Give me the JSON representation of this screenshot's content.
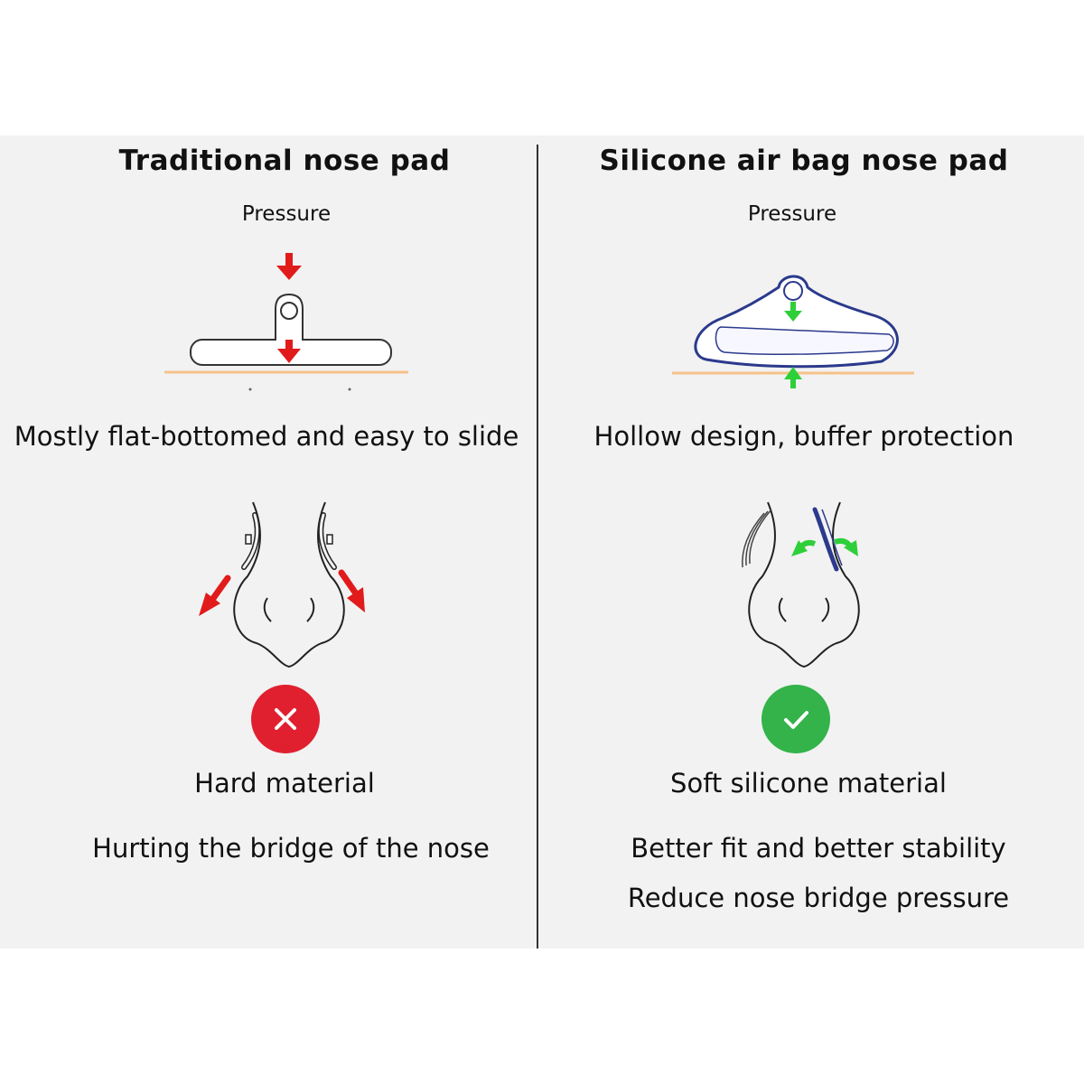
{
  "left": {
    "title": "Traditional nose pad",
    "pressure_label": "Pressure",
    "caption": "Mostly flat-bottomed and easy to slide",
    "status_icon": "cross-icon",
    "material": "Hard material",
    "effect": "Hurting the bridge of the nose"
  },
  "right": {
    "title": "Silicone air bag nose pad",
    "pressure_label": "Pressure",
    "caption": "Hollow design, buffer protection",
    "status_icon": "check-icon",
    "material": "Soft silicone material",
    "effects": [
      "Better fit and better stability",
      "Reduce nose bridge pressure"
    ]
  },
  "colors": {
    "panel_bg": "#f2f2f2",
    "bad_red": "#e0202f",
    "good_green": "#33b34a",
    "arrow_red": "#e11b1b",
    "arrow_green": "#2fcf3a",
    "pad_outline_right": "#2b3a8c",
    "surface": "#f5c28a"
  }
}
